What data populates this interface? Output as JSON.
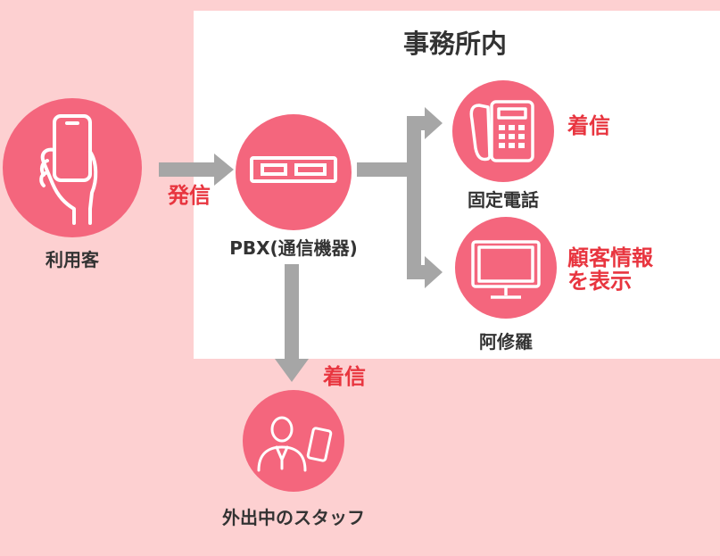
{
  "office": {
    "title": "事務所内"
  },
  "nodes": {
    "customer": {
      "label": "利用客"
    },
    "pbx": {
      "label": "PBX(通信機器)"
    },
    "landline": {
      "label": "固定電話"
    },
    "ashura": {
      "label": "阿修羅"
    },
    "staff": {
      "label": "外出中のスタッフ"
    }
  },
  "annotations": {
    "call_out": "発信",
    "ring_landline": "着信",
    "customer_info_line1": "顧客情報",
    "customer_info_line2": "を表示",
    "ring_staff": "着信"
  },
  "colors": {
    "background": "#fdd0d1",
    "office_box": "#ffffff",
    "node_circle": "#f4667d",
    "arrow": "#a6a6a6",
    "accent_text": "#e8353f"
  }
}
